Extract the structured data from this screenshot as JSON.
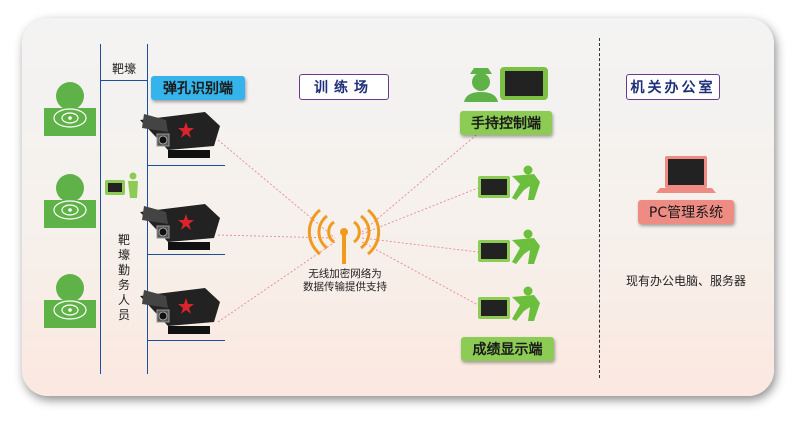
{
  "labels": {
    "target_edge": "靶壕",
    "bullet_hole_end": "弹孔识别端",
    "training_field": "训练场",
    "handheld_end": "手持控制端",
    "office": "机关办公室",
    "score_display_end": "成绩显示端",
    "trench_staff": "靶壕勤务人员",
    "pc_system": "PC管理系统",
    "office_devices": "现有办公电脑、服务器",
    "wireless_line1": "无线加密网络为",
    "wireless_line2": "数据传输提供支持"
  },
  "colors": {
    "blue_label": "#34b4ea",
    "green_label": "#8ccc54",
    "red_label": "#ee8c84",
    "rail_blue": "#1e4f9c",
    "link_red": "#e8889a",
    "target_green": "#5fb247"
  }
}
